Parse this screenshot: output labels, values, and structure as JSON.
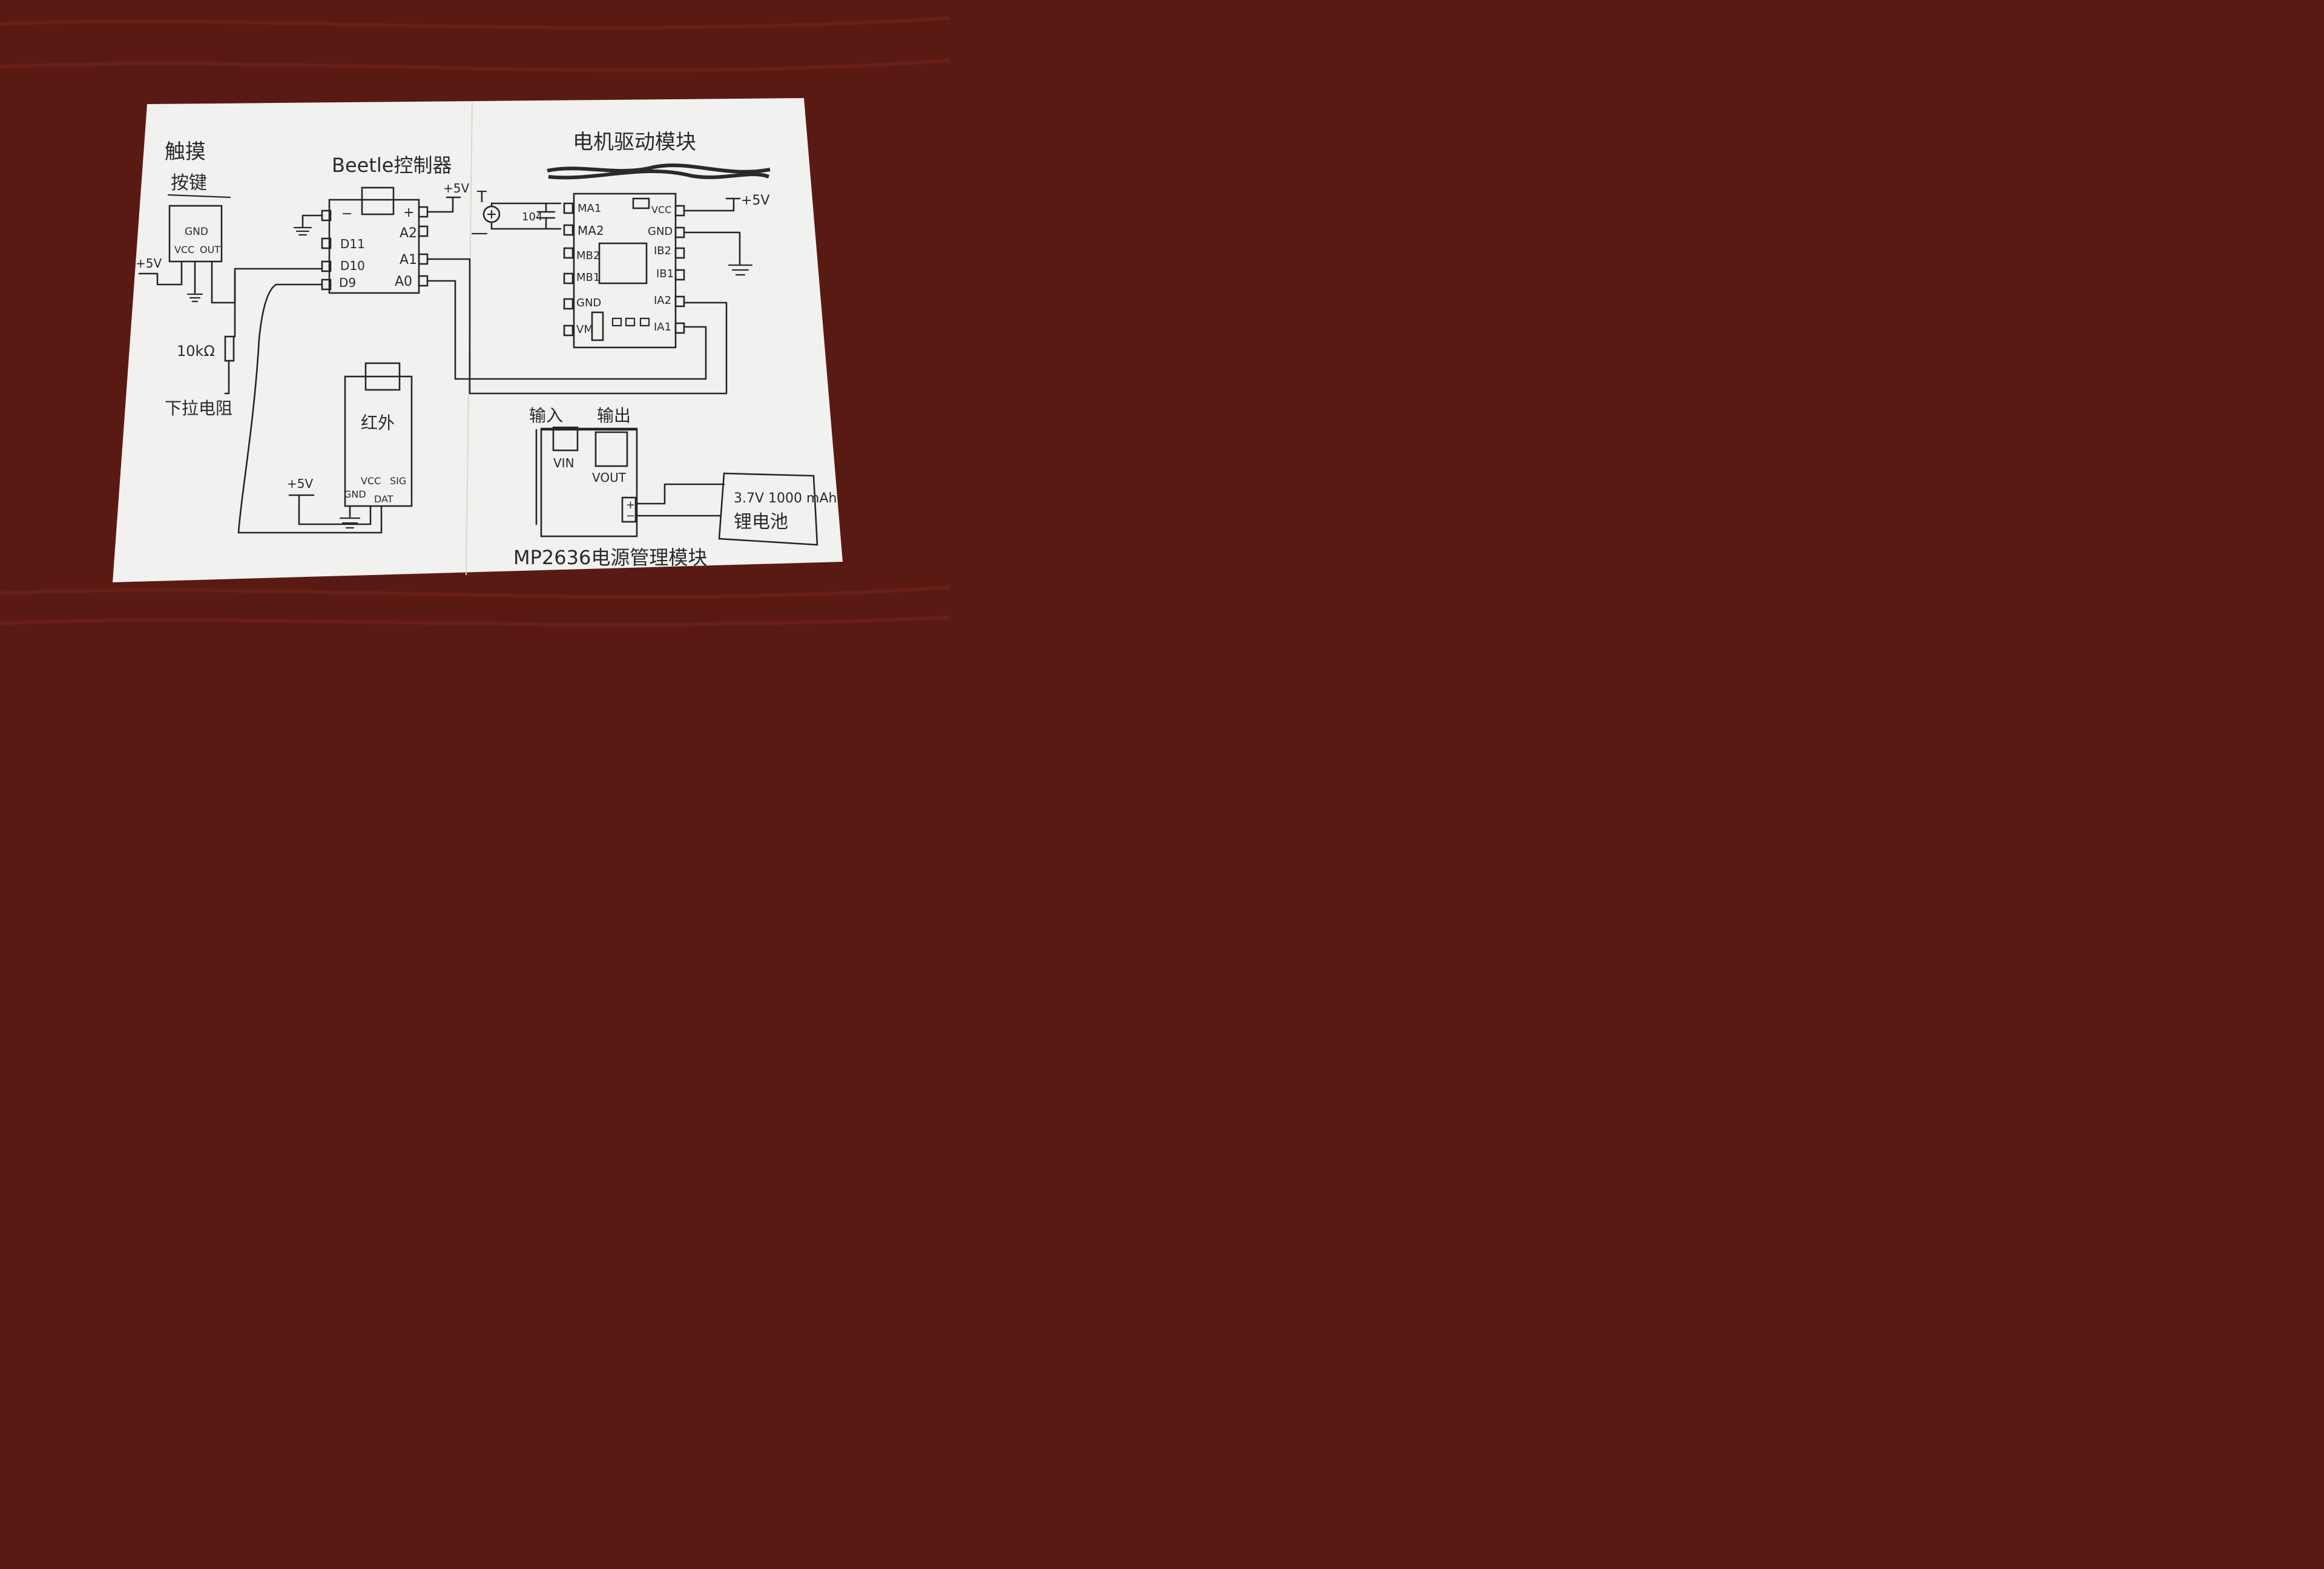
{
  "colors": {
    "table": "#5a1a14",
    "table_grain": "#6e2419",
    "paper": "#f1f1ef",
    "ink": "#262626"
  },
  "labels": {
    "touch_key": [
      "触摸",
      "按键"
    ],
    "touch_pins": {
      "gnd": "GND",
      "vcc": "VCC",
      "out": "OUT"
    },
    "touch_power": "+5V",
    "resistor_value": "10kΩ",
    "pulldown_label": "下拉电阻",
    "beetle_title": "Beetle控制器",
    "beetle_pins_left": [
      "−",
      "D11",
      "D10",
      "D9"
    ],
    "beetle_pins_right": [
      "+",
      "A2",
      "A1",
      "A0"
    ],
    "beetle_power": "+5V",
    "motor_mark": "T",
    "capacitor": "104",
    "driver_title": "电机驱动模块",
    "driver_pins_left": [
      "MA1",
      "MA2",
      "MB2",
      "MB1",
      "GND",
      "VM"
    ],
    "driver_pins_right": [
      "VCC",
      "GND",
      "IB2",
      "IB1",
      "IA2",
      "IA1"
    ],
    "driver_power": "+5V",
    "ir_title": "红外",
    "ir_pins": {
      "gnd": "GND",
      "vcc": "VCC",
      "sig": "SIG",
      "dat": "DAT"
    },
    "ir_power": "+5V",
    "power_in": "输入",
    "power_out": "输出",
    "vin": "VIN",
    "vout": "VOUT",
    "plus": "+",
    "minus": "−",
    "battery": [
      "3.7V 1000 mAh",
      "锂电池"
    ],
    "power_module_title": "MP2636电源管理模块"
  }
}
